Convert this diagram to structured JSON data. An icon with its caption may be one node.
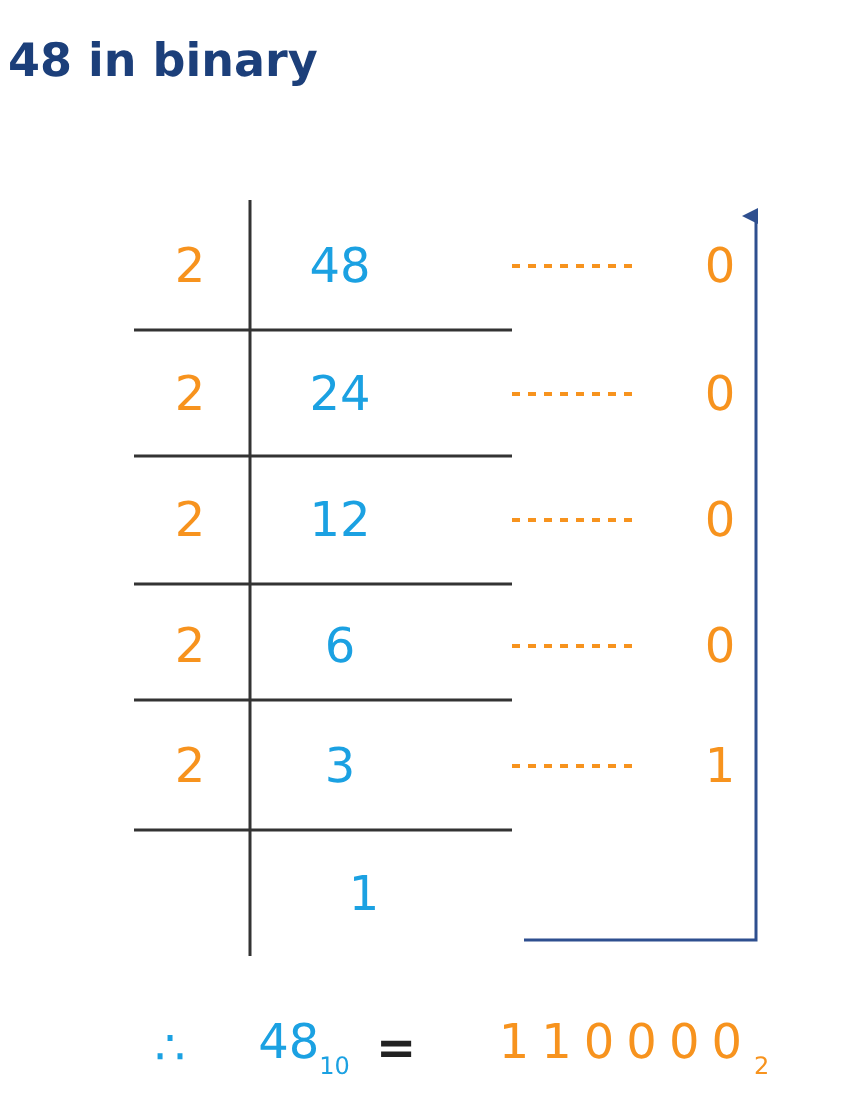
{
  "diagram": {
    "title": "48 in binary",
    "labels": [
      "2",
      "48",
      "0",
      "2",
      "24",
      "0",
      "2",
      "12",
      "0",
      "2",
      "6",
      "0",
      "2",
      "3",
      "1",
      "1",
      "∴",
      "48$_{10}$",
      "=",
      "110000$_{2}$"
    ]
  }
}
